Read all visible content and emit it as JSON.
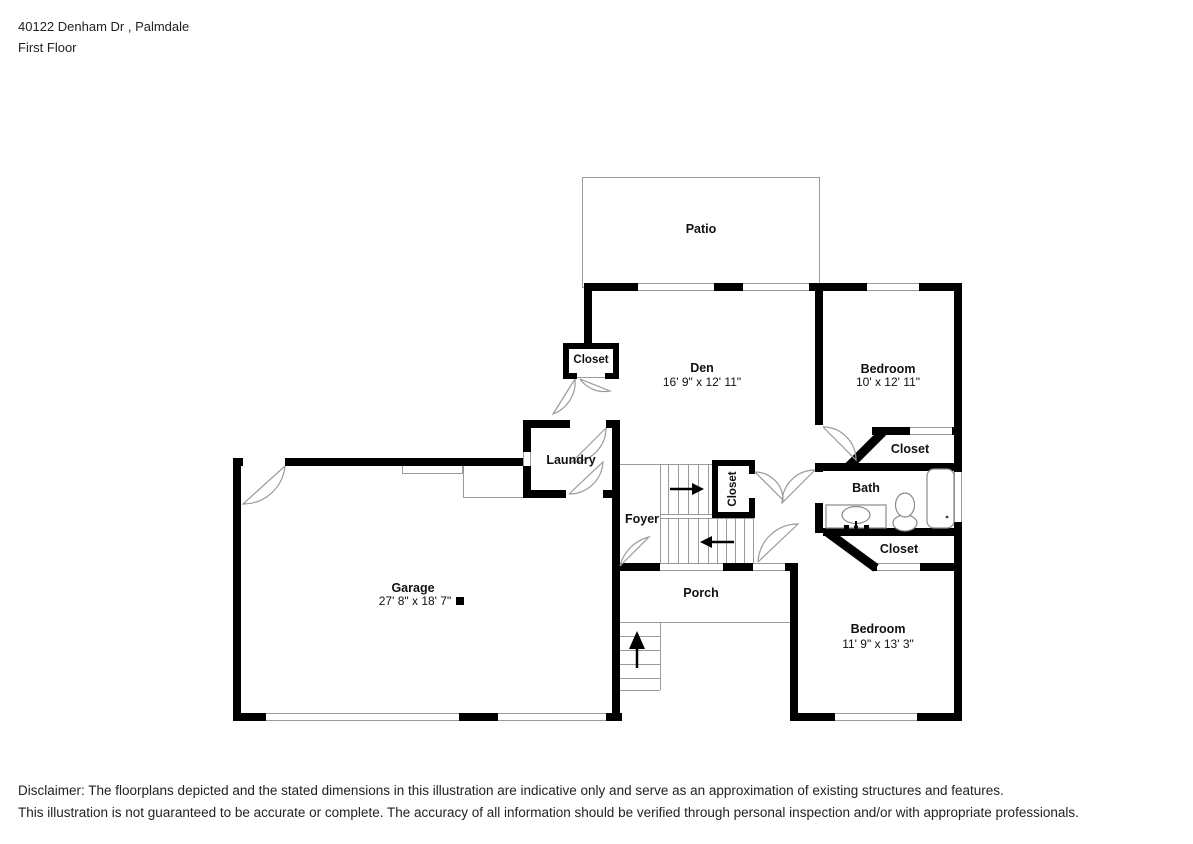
{
  "header": {
    "address_line": "40122 Denham Dr , Palmdale",
    "floor_line": "First Floor"
  },
  "floorplan": {
    "patio": {
      "label": "Patio"
    },
    "den": {
      "label": "Den",
      "dimensions": "16' 9\" x 12' 11\""
    },
    "den_closet": {
      "label": "Closet"
    },
    "laundry": {
      "label": "Laundry"
    },
    "foyer": {
      "label": "Foyer"
    },
    "stair_closet": {
      "label": "Closet"
    },
    "bedroom_top": {
      "label": "Bedroom",
      "dimensions": "10' x 12' 11\""
    },
    "bedroom_top_closet": {
      "label": "Closet"
    },
    "bath": {
      "label": "Bath"
    },
    "bedroom_bottom_closet": {
      "label": "Closet"
    },
    "bedroom_bottom": {
      "label": "Bedroom",
      "dimensions": "11' 9\" x 13' 3\""
    },
    "garage": {
      "label": "Garage",
      "dimensions": "27' 8\" x 18' 7\""
    },
    "porch": {
      "label": "Porch"
    }
  },
  "disclaimer": {
    "line1": "Disclaimer: The floorplans depicted and the stated dimensions in this illustration are indicative only and serve as an approximation of existing structures and features.",
    "line2": "This illustration is not guaranteed to be accurate or complete. The accuracy of all information should be verified through personal inspection and/or with appropriate professionals."
  },
  "colors": {
    "wall": "#000000",
    "thin_line": "#9a9a9a",
    "text": "#1a1a1a",
    "background": "#ffffff"
  }
}
